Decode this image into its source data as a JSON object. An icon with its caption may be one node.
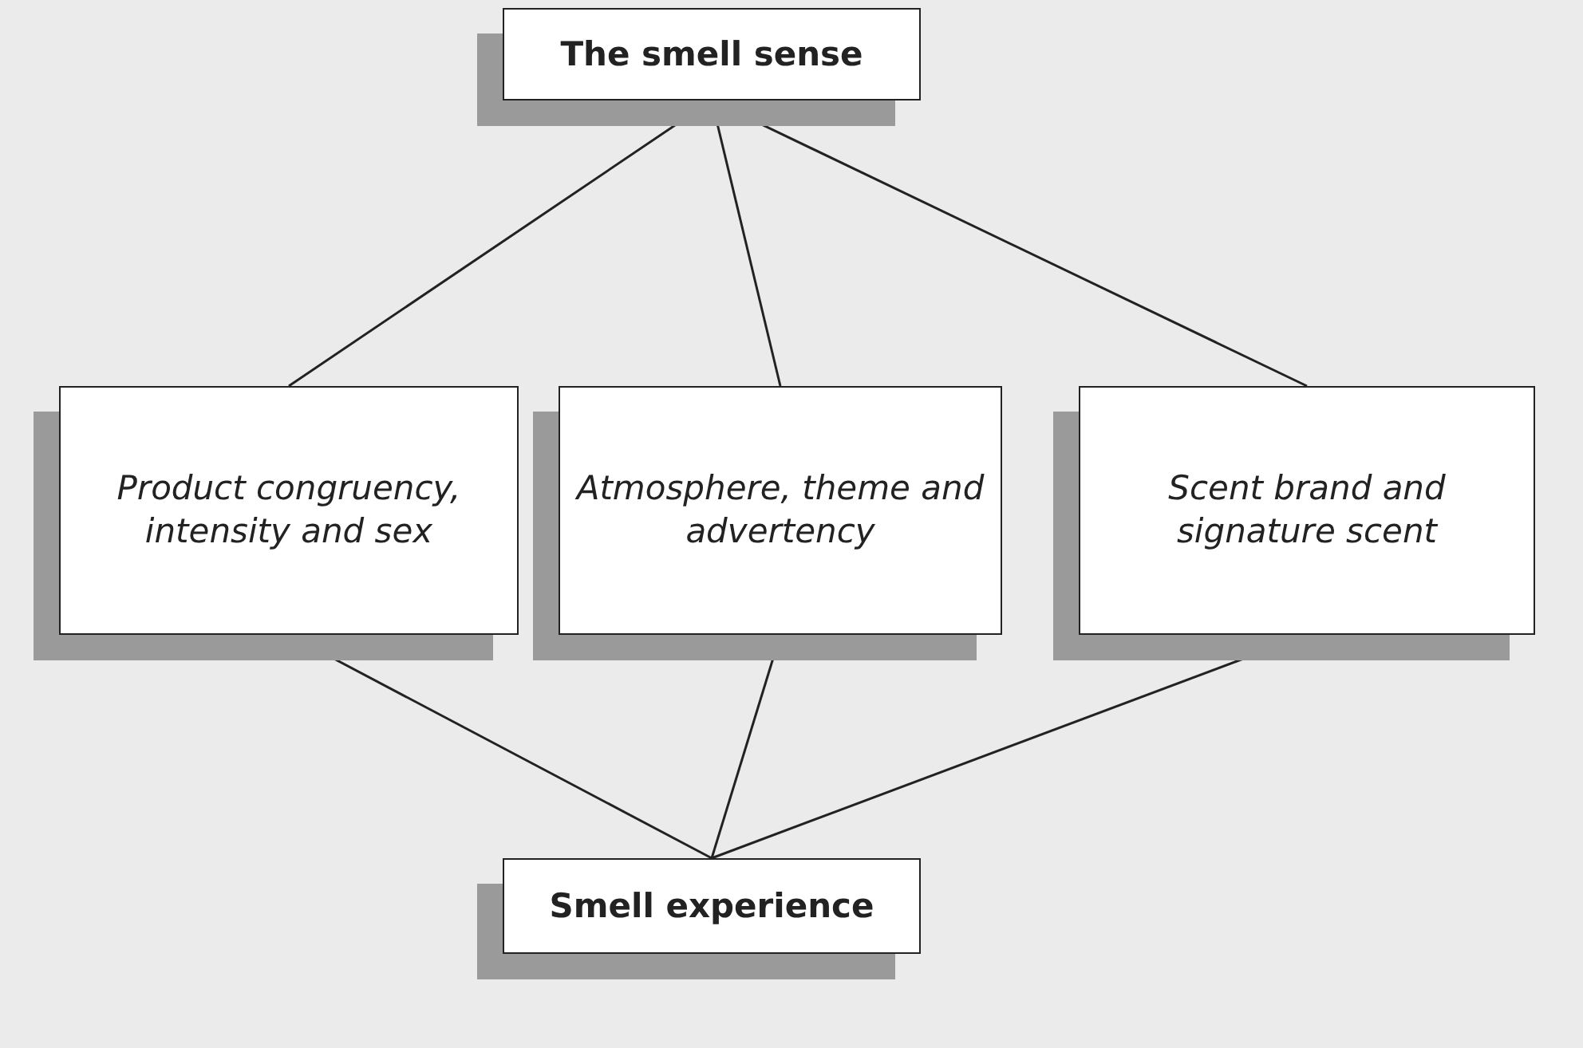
{
  "diagram": {
    "nodes": [
      {
        "text": [
          "The smell sense"
        ]
      },
      {
        "text": [
          "Product congruency, intensity and sex"
        ]
      },
      {
        "text": [
          "Atmosphere, theme and advertency"
        ]
      },
      {
        "text": [
          "Scent brand and signature scent"
        ]
      },
      {
        "text": [
          "Smell experience"
        ]
      }
    ],
    "edges": [
      {
        "from": 0,
        "to": 1,
        "arrow": "none"
      },
      {
        "from": 0,
        "to": 2,
        "arrow": "none"
      },
      {
        "from": 0,
        "to": 3,
        "arrow": "none"
      },
      {
        "from": 1,
        "to": 4,
        "arrow": "none"
      },
      {
        "from": 2,
        "to": 4,
        "arrow": "none"
      },
      {
        "from": 3,
        "to": 4,
        "arrow": "none"
      }
    ]
  }
}
